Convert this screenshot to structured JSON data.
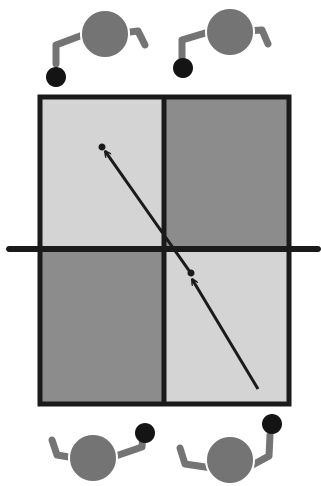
{
  "colors": {
    "background": "#ffffff",
    "line": "#1a1a1a",
    "court_light": "#d4d4d4",
    "court_dark": "#8c8c8c",
    "player_body": "#747474",
    "player_outline": "#ffffff",
    "ball": "#141414"
  },
  "elements": {
    "court": "table-tennis-court",
    "net": "net-line",
    "players": [
      "player-top-left",
      "player-top-right",
      "player-bottom-left",
      "player-bottom-right"
    ],
    "shot": "serve-path-arrow"
  }
}
